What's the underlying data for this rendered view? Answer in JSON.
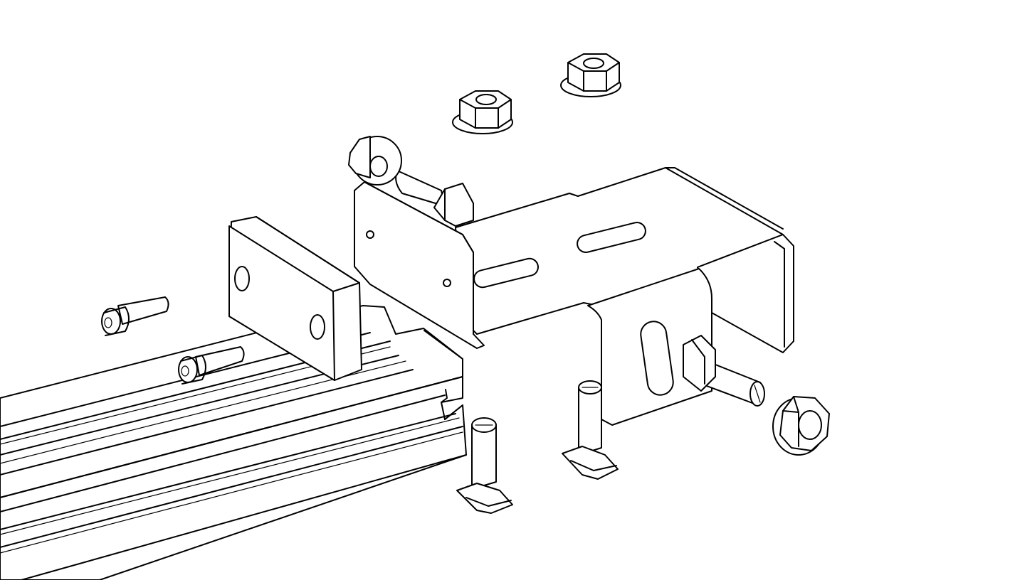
{
  "drawing": {
    "kind": "exploded isometric line drawing",
    "stroke_color": "#000000",
    "background_color": "#ffffff",
    "parts": [
      "aluminium-extrusion-rail",
      "spacer-block",
      "mounting-bracket",
      "flange-nut",
      "socket-head-cap-screw",
      "t-slot-bolt",
      "washer"
    ]
  }
}
